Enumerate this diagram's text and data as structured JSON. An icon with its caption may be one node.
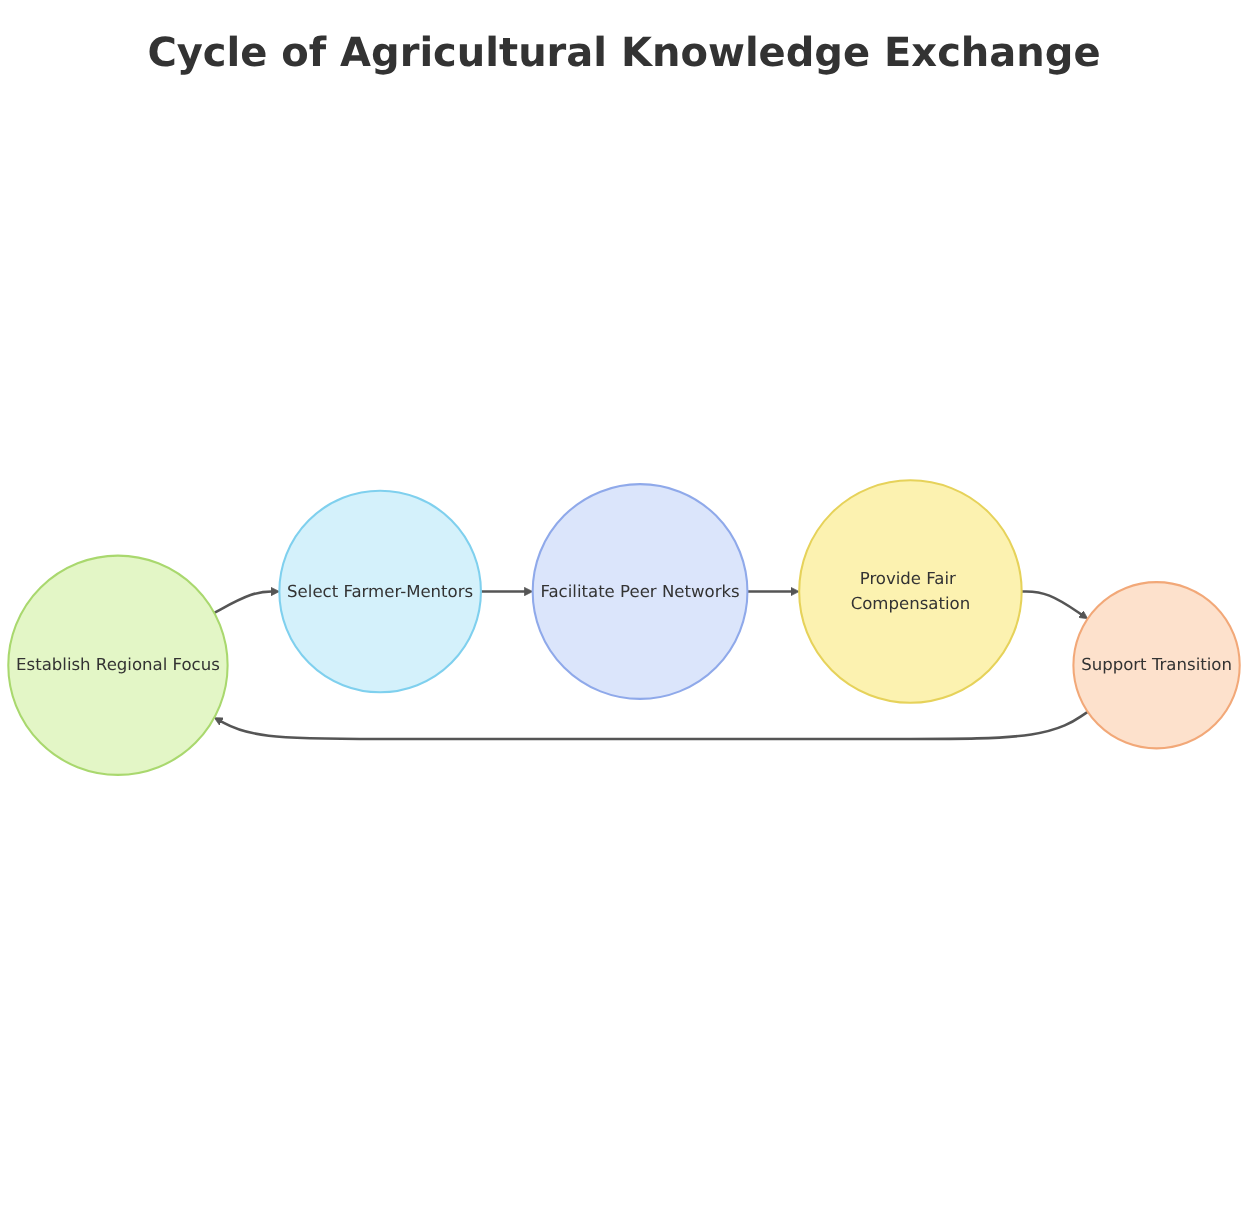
{
  "diagram": {
    "title": "Cycle of Agricultural Knowledge Exchange",
    "nodes": [
      {
        "text": [
          "Establish Regional Focus"
        ]
      },
      {
        "text": [
          "Select Farmer-Mentors"
        ]
      },
      {
        "text": [
          "Facilitate Peer Networks"
        ]
      },
      {
        "text": [
          "Provide Fair Compensation"
        ]
      },
      {
        "text": [
          "Support Transition"
        ]
      }
    ],
    "edges": [
      {
        "from": 0,
        "to": 1,
        "arrow": "to"
      },
      {
        "from": 1,
        "to": 2,
        "arrow": "to"
      },
      {
        "from": 2,
        "to": 3,
        "arrow": "to"
      },
      {
        "from": 3,
        "to": 4,
        "arrow": "to"
      },
      {
        "from": 4,
        "to": 0,
        "arrow": "to"
      }
    ]
  }
}
